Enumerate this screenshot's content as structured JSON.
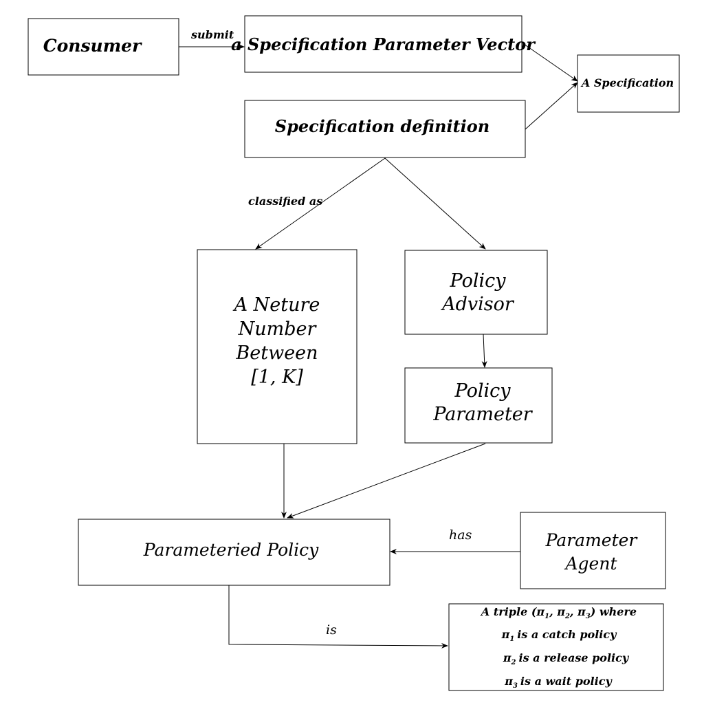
{
  "nodes": {
    "consumer": "Consumer",
    "spec_param_vector": "a Specification Parameter Vector",
    "a_specification": "A Specification",
    "spec_definition": "Specification definition",
    "neture_number": [
      "A Neture",
      "Number",
      "Between",
      "[1, K]"
    ],
    "policy_advisor": [
      "Policy",
      "Advisor"
    ],
    "policy_parameter": [
      "Policy",
      "Parameter"
    ],
    "parameteried_policy": "Parameteried Policy",
    "parameter_agent": [
      "Parameter",
      "Agent"
    ]
  },
  "triple": {
    "line1_pre": "A triple (",
    "line1_post": ") where",
    "pi": "π",
    "sub1": "1",
    "sub2": "2",
    "sub3": "3",
    "comma": ", ",
    "catch": "is a catch policy",
    "release": "is a release policy",
    "wait": "is a wait policy"
  },
  "edge_labels": {
    "submit": "submit",
    "classified_as": "classified as",
    "has": "has",
    "is": "is"
  }
}
